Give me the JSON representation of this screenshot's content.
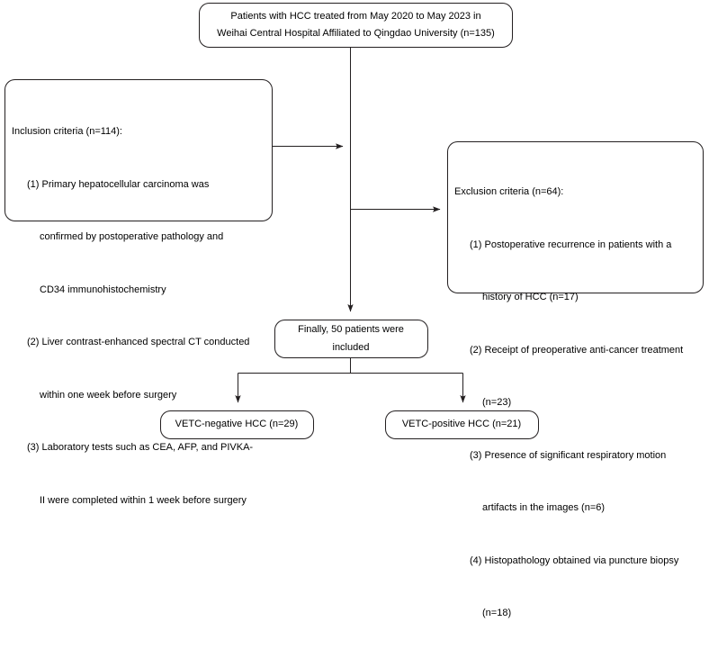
{
  "diagram": {
    "title": "Patient selection flow diagram",
    "colors": {
      "line": "#231f20",
      "box_fill": "#ffffff",
      "text": "#000000"
    },
    "nodes": {
      "source_cohort": {
        "name": "source-cohort-box",
        "lines": [
          "Patients with HCC treated from May 2020 to May 2023 in",
          "Weihai Central Hospital Affiliated to Qingdao University (n=135)"
        ],
        "count": 135
      },
      "inclusion": {
        "name": "inclusion-criteria-box",
        "heading": "Inclusion criteria (n=114):",
        "count": 114,
        "lines": [
          {
            "text": "Inclusion criteria (n=114):",
            "indent": 0
          },
          {
            "text": "(1) Primary hepatocellular carcinoma was",
            "indent": 1
          },
          {
            "text": "confirmed by postoperative pathology and",
            "indent": 2
          },
          {
            "text": "CD34 immunohistochemistry",
            "indent": 2
          },
          {
            "text": "(2) Liver contrast-enhanced spectral CT conducted",
            "indent": 1
          },
          {
            "text": "within one week before surgery",
            "indent": 2
          },
          {
            "text": "(3) Laboratory tests such as CEA, AFP, and PIVKA-",
            "indent": 1
          },
          {
            "text": "II were completed within 1 week before surgery",
            "indent": 2
          }
        ]
      },
      "exclusion": {
        "name": "exclusion-criteria-box",
        "heading": "Exclusion criteria (n=64):",
        "count": 64,
        "lines": [
          {
            "text": "Exclusion criteria (n=64):",
            "indent": 0
          },
          {
            "text": "(1) Postoperative recurrence in patients with a",
            "indent": 1
          },
          {
            "text": "history of HCC (n=17)",
            "indent": 2
          },
          {
            "text": "(2) Receipt of preoperative anti-cancer treatment",
            "indent": 1
          },
          {
            "text": "(n=23)",
            "indent": 2
          },
          {
            "text": "(3) Presence of significant respiratory motion",
            "indent": 1
          },
          {
            "text": "artifacts in the images (n=6)",
            "indent": 2
          },
          {
            "text": "(4) Histopathology obtained via puncture biopsy",
            "indent": 1
          },
          {
            "text": "(n=18)",
            "indent": 2
          }
        ],
        "reason_counts": [
          17,
          23,
          6,
          18
        ]
      },
      "final_cohort": {
        "name": "final-cohort-box",
        "lines": [
          "Finally, 50 patients were",
          "included"
        ],
        "count": 50
      },
      "vetc_negative": {
        "name": "vetc-negative-box",
        "lines": [
          "VETC-negative HCC (n=29)"
        ],
        "count": 29
      },
      "vetc_positive": {
        "name": "vetc-positive-box",
        "lines": [
          "VETC-positive HCC (n=21)"
        ],
        "count": 21
      }
    }
  }
}
